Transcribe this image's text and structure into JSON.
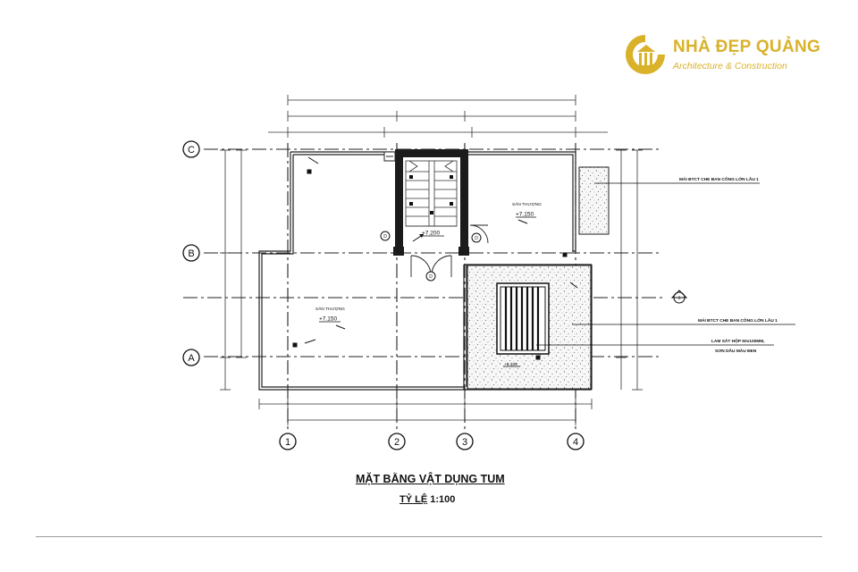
{
  "brand": {
    "name": "NHÀ ĐẸP QUẢNG",
    "tagline": "Architecture & Construction",
    "logo_icon": "house-pillar-logo-icon",
    "color": "#d9b22a"
  },
  "drawing": {
    "title": "MẶT BẰNG VẬT DỤNG TUM",
    "scale_label": "TỶ LỆ",
    "scale_value": "1:100",
    "grid_rows": [
      "C",
      "B",
      "A"
    ],
    "grid_cols": [
      "1",
      "2",
      "3",
      "4"
    ],
    "rooms": [
      {
        "name": "SÂN THƯỢNG",
        "level": "+7.150"
      },
      {
        "name": "SÂN THƯỢNG",
        "level": "+7.150"
      }
    ],
    "stair_level": "+7.200",
    "roof_level": "+6.300",
    "door_tags": [
      "D",
      "D",
      "D"
    ],
    "notes": [
      "MÁI BTCT CHE BAN CÔNG LỚN LẦU 1",
      "MÁI BTCT CHE BAN CÔNG LỚN LẦU 1",
      "LAM SẮT HỘP 50x100MM,",
      "SƠN DẦU MÀU ĐEN"
    ],
    "section_mark": "1",
    "line_color": "#1a1a1a"
  }
}
